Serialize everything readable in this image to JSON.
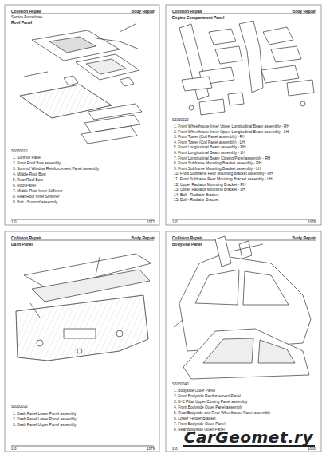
{
  "diagram": {
    "labels": [
      "Collision Repair",
      "Body Repair",
      "Service Procedures",
      "Roof Panel",
      "S6050010",
      "1. Sunroof Panel",
      "2. Front Roof Bow assembly",
      "3. Sunroof Window Reinforcement Panel assembly",
      "4. Middle Roof Bow",
      "5. Rear Roof Bow",
      "6. Roof Panel",
      "7. Middle Roof Inner Stiffener",
      "8. Rear Roof Inner Stiffener",
      "9. Bolt - Sunroof assembly",
      "1-0",
      "1077",
      "Collision Repair",
      "Body Repair",
      "Engine Compartment Panel",
      "S6050020",
      "1. Front Wheelhouse Inner Upper Longitudinal Beam assembly - RH",
      "2. Front Wheelhouse Inner Upper Longitudinal Beam assembly - LH",
      "3. Front Tower (Coil Panel assembly) - RH",
      "4. Front Tower (Coil Panel assembly) - LH",
      "5. Front Longitudinal Beam assembly - RH",
      "6. Front Longitudinal Beam assembly - LH",
      "7. Front Longitudinal Beam Closing Panel assembly - RH",
      "8. Front Subframe Mounting Bracket assembly - RH",
      "9. Front Subframe Mounting Bracket assembly - LH",
      "10. Front Subframe Rear Mounting Bracket assembly - RH",
      "11. Front Subframe Rear Mounting Bracket assembly - LH",
      "12. Upper Radiator Mounting Bracket - RH",
      "13. Upper Radiator Mounting Bracket - LH",
      "14. Bolt - Radiator Bracket",
      "15. Bolt - Radiator Bracket",
      "1-0",
      "1078",
      "Collision Repair",
      "Body Repair",
      "Dash Panel",
      "S6050030",
      "1. Dash Panel Lower Panel assembly",
      "2. Dash Panel Lower Panel assembly",
      "3. Dash Panel Upper Panel assembly",
      "1-0",
      "1079",
      "Collision Repair",
      "Body Repair",
      "Bodyside Panel",
      "S6050040",
      "1. Bodyside Outer Panel",
      "2. Front Bodyside Reinforcement Panel",
      "3. B-C Pillar Upper Closing Panel assembly",
      "4. Front Bodyside Outer Panel assembly",
      "5. Rear Bodyside and Rear Wheelhouse Panel assembly",
      "6. Lower Fender Bracket",
      "7. Front Bodyside Outer Panel",
      "8. Rear Bodyside Outer Panel",
      "1-0",
      "1080",
      "CarGeomet.ry"
    ]
  }
}
